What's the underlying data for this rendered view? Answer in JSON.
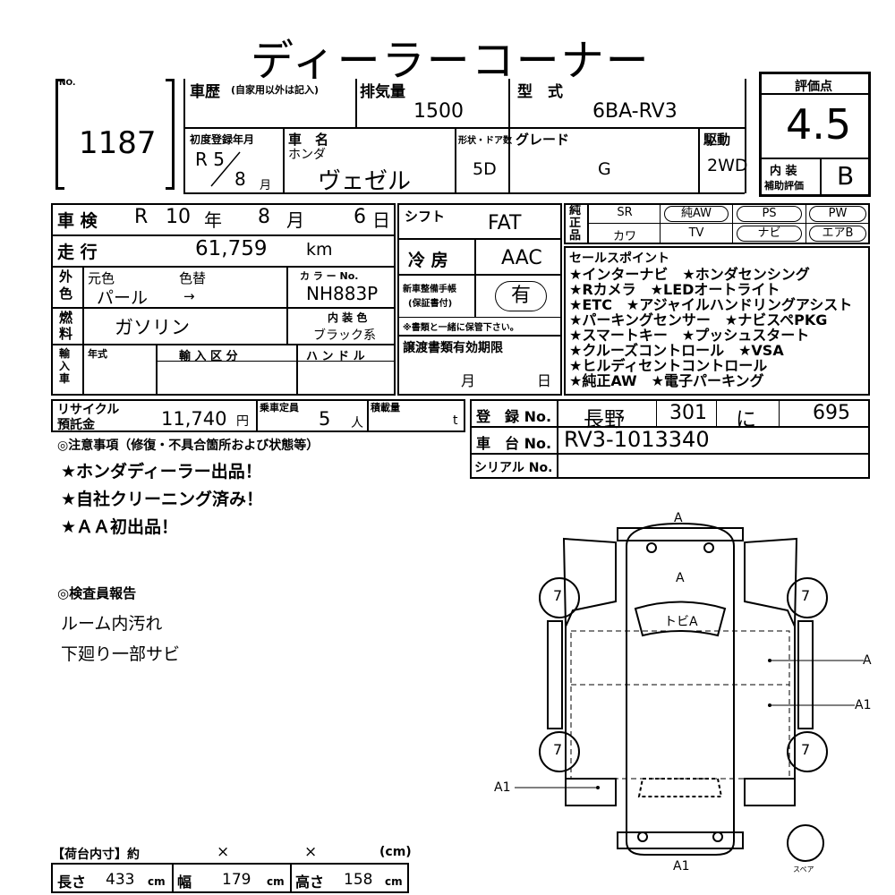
{
  "title": "ディーラーコーナー",
  "lot": {
    "label": "NO.",
    "value": "1187"
  },
  "history": {
    "label": "車歴",
    "sub": "(自家用以外は記入)"
  },
  "displacement": {
    "label": "排気量",
    "value": "1500"
  },
  "model_code": {
    "label": "型　式",
    "value": "6BA-RV3"
  },
  "score": {
    "label": "評価点",
    "value": "4.5"
  },
  "interior": {
    "label1": "内 装",
    "label2": "補助評価",
    "value": "B"
  },
  "first_reg": {
    "label": "初度登録年月",
    "era": "R 5",
    "month": "8",
    "month_unit": "月"
  },
  "car_name": {
    "label": "車　名",
    "maker": "ホンダ",
    "value": "ヴェゼル"
  },
  "doors": {
    "label": "形状・ドア数",
    "value": "5D"
  },
  "grade": {
    "label": "グレード",
    "value": "G"
  },
  "drive": {
    "label": "駆動",
    "value": "2WD"
  },
  "inspection": {
    "label": "車 検",
    "era": "R",
    "year": "10",
    "year_unit": "年",
    "month": "8",
    "month_unit": "月",
    "day": "6",
    "day_unit": "日"
  },
  "shift": {
    "label": "シフト",
    "value": "FAT"
  },
  "mileage": {
    "label": "走 行",
    "value": "61,759",
    "unit": "km"
  },
  "aircon": {
    "label": "冷 房",
    "value": "AAC"
  },
  "equip": {
    "label": "純正品",
    "items": [
      "SR",
      "純AW",
      "PS",
      "PW",
      "カワ",
      "TV",
      "ナビ",
      "エアB"
    ]
  },
  "color": {
    "label": "外色",
    "original_label": "元色",
    "change_label": "色替",
    "original": "パール",
    "arrow": "→",
    "code_label": "カ ラ ー No.",
    "code": "NH883P"
  },
  "maintenance": {
    "label1": "新車整備手帳",
    "label2": "(保証書付)",
    "value": "有",
    "note": "※書類と一緒に保管下さい。"
  },
  "fuel": {
    "label": "燃料",
    "value": "ガソリン",
    "interior_color_label": "内 装 色",
    "interior_color": "ブラック系"
  },
  "import": {
    "label": "輸入車",
    "year_label": "年式",
    "type_label": "輸 入 区 分",
    "handle_label": "ハ ン ド ル"
  },
  "transfer": {
    "label": "譲渡書類有効期限",
    "month_unit": "月",
    "day_unit": "日"
  },
  "selling_points": {
    "label": "セールスポイント",
    "lines": [
      "★インターナビ　★ホンダセンシング",
      "★Rカメラ　★LEDオートライト",
      "★ETC　★アジャイルハンドリングアシスト",
      "★パーキングセンサー　★ナビスペPKG",
      "★スマートキー　★プッシュスタート",
      "★クルーズコントロール　★VSA",
      "★ヒルディセントコントロール",
      "★純正AW　★電子パーキング"
    ]
  },
  "recycle": {
    "label1": "リサイクル",
    "label2": "預託金",
    "value": "11,740",
    "unit": "円"
  },
  "capacity": {
    "label": "乗車定員",
    "value": "5",
    "unit": "人"
  },
  "load": {
    "label": "積載量",
    "unit": "t"
  },
  "registration": {
    "label": "登　録 No.",
    "region": "長野",
    "class": "301",
    "kana": "に",
    "number": "695"
  },
  "chassis": {
    "label": "車　台 No.",
    "value": "RV3-1013340"
  },
  "serial": {
    "label": "シリアル No."
  },
  "notes": {
    "label": "◎注意事項（修復・不具合箇所および状態等）",
    "lines": [
      "★ホンダディーラー出品！",
      "★自社クリーニング済み！",
      "★ＡＡ初出品！"
    ]
  },
  "inspector": {
    "label": "◎検査員報告",
    "lines": [
      "ルーム内汚れ",
      "下廻り一部サビ"
    ]
  },
  "diagram": {
    "marks": [
      "A",
      "A",
      "トビA",
      "A",
      "A1",
      "A1",
      "A1"
    ],
    "tires": [
      "7",
      "7",
      "7",
      "7"
    ],
    "spare": "スペア"
  },
  "cargo": {
    "label": "【荷台内寸】約",
    "x1": "×",
    "x2": "×",
    "unit": "(cm)",
    "length_label": "長さ",
    "length": "433",
    "width_label": "幅",
    "width": "179",
    "height_label": "高さ",
    "height": "158",
    "cm": "cm"
  }
}
